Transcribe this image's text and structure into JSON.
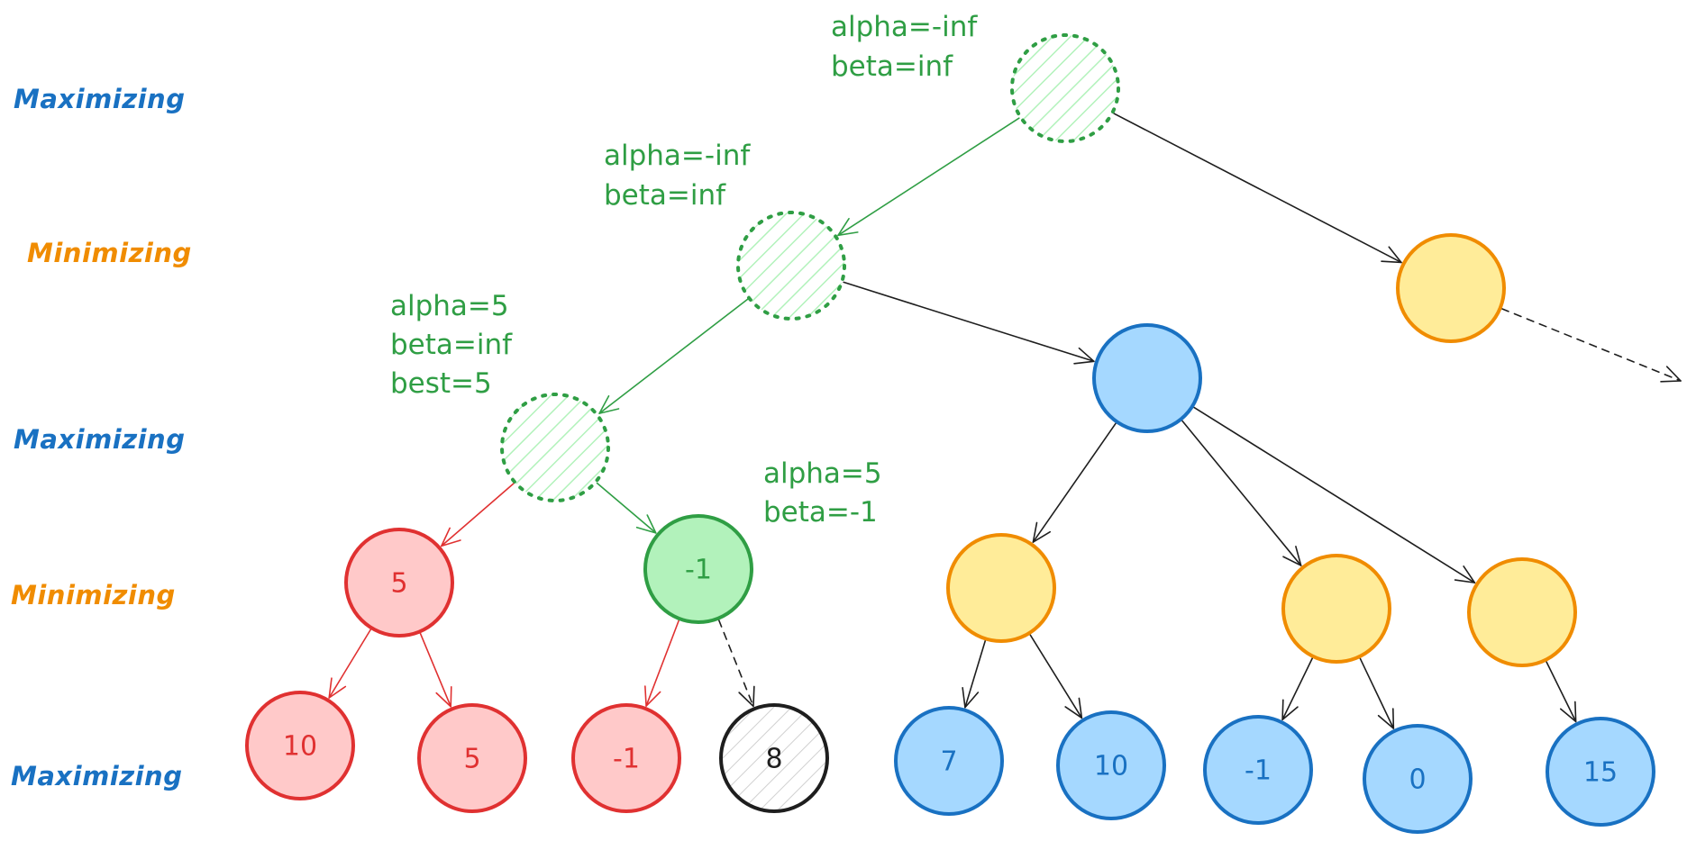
{
  "colors": {
    "max_label": "#1971c2",
    "min_label": "#f08c00",
    "visited": "#2f9e44",
    "visited_fill": "#b2f2bb",
    "pruned_red": "#e03131",
    "pruned_fill": "#ffc9c9",
    "max_node_fill": "#a5d8ff",
    "min_node_fill": "#ffec99",
    "edge": "#1e1e1e"
  },
  "levels": {
    "l0": "Maximizing",
    "l1": "Minimizing",
    "l2": "Maximizing",
    "l3": "Minimizing",
    "l4": "Maximizing"
  },
  "annotations": {
    "root": [
      "alpha=-inf",
      "beta=inf"
    ],
    "l1_left": [
      "alpha=-inf",
      "beta=inf"
    ],
    "l2_left": [
      "alpha=5",
      "beta=inf",
      "best=5"
    ],
    "l3_second": [
      "alpha=5",
      "beta=-1"
    ]
  },
  "nodes": {
    "root": {
      "value": "",
      "style": "hatched-green"
    },
    "l1_left": {
      "value": "",
      "style": "hatched-green"
    },
    "l1_right": {
      "value": "",
      "style": "orange"
    },
    "l2_left": {
      "value": "",
      "style": "hatched-green"
    },
    "l2_right": {
      "value": "",
      "style": "blue"
    },
    "l3_a": {
      "value": "5",
      "style": "red"
    },
    "l3_b": {
      "value": "-1",
      "style": "green"
    },
    "l3_c": {
      "value": "",
      "style": "orange"
    },
    "l3_d": {
      "value": "",
      "style": "orange"
    },
    "l3_e": {
      "value": "",
      "style": "orange"
    },
    "l4_a": {
      "value": "10",
      "style": "red"
    },
    "l4_b": {
      "value": "5",
      "style": "red"
    },
    "l4_c": {
      "value": "-1",
      "style": "red"
    },
    "l4_d": {
      "value": "8",
      "style": "hatched-black"
    },
    "l4_e": {
      "value": "7",
      "style": "blue"
    },
    "l4_f": {
      "value": "10",
      "style": "blue"
    },
    "l4_g": {
      "value": "-1",
      "style": "blue"
    },
    "l4_h": {
      "value": "0",
      "style": "blue"
    },
    "l4_i": {
      "value": "15",
      "style": "blue"
    }
  }
}
